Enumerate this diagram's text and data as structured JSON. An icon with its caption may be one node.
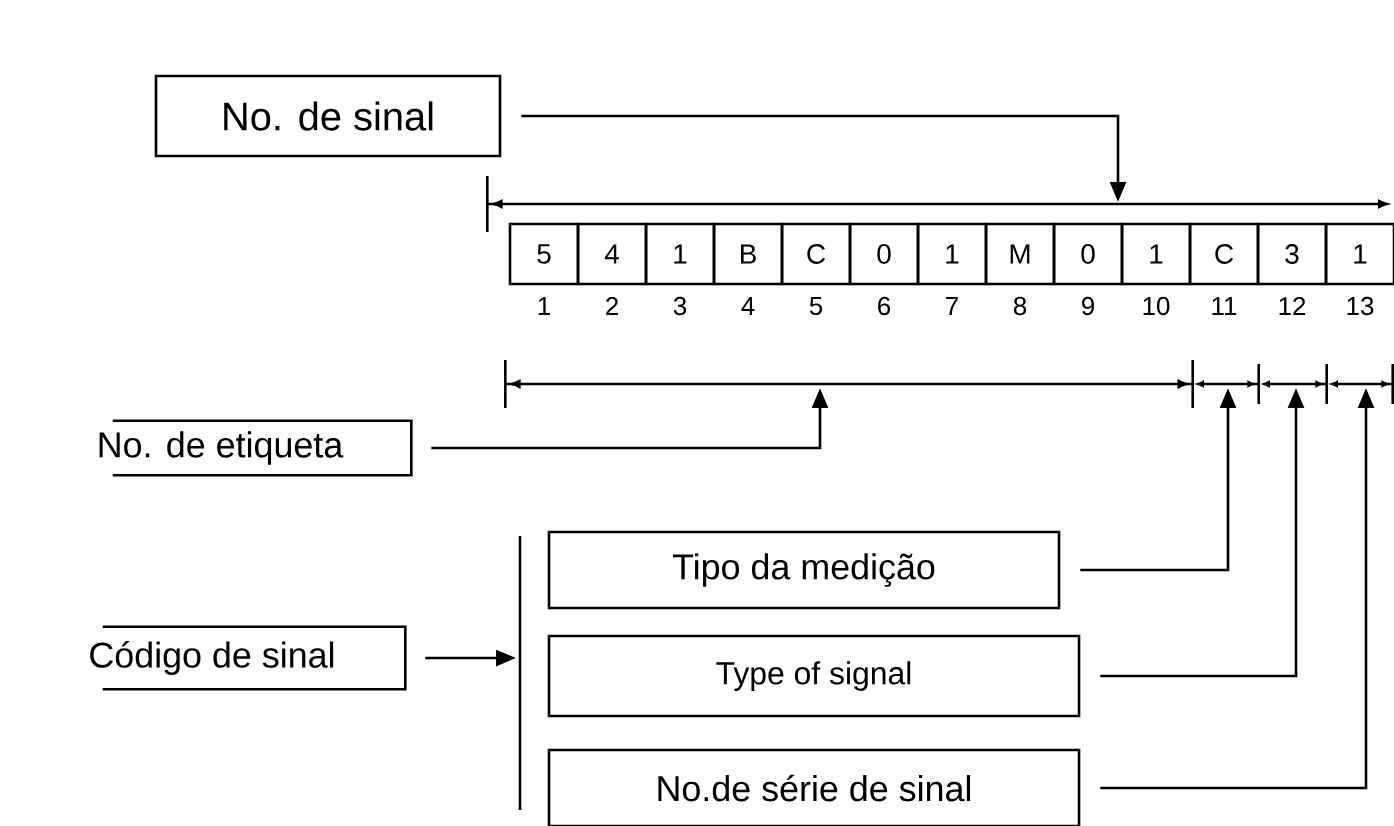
{
  "diagram": {
    "nodes": [
      {
        "text": [
          "No. de sinal"
        ]
      },
      {
        "text": [
          "5"
        ]
      },
      {
        "text": [
          "4"
        ]
      },
      {
        "text": [
          "1"
        ]
      },
      {
        "text": [
          "B"
        ]
      },
      {
        "text": [
          "C"
        ]
      },
      {
        "text": [
          "0"
        ]
      },
      {
        "text": [
          "1"
        ]
      },
      {
        "text": [
          "M"
        ]
      },
      {
        "text": [
          "0"
        ]
      },
      {
        "text": [
          "1"
        ]
      },
      {
        "text": [
          "C"
        ]
      },
      {
        "text": [
          "3"
        ]
      },
      {
        "text": [
          "1"
        ]
      },
      {
        "text": [
          "No. de etiqueta"
        ]
      },
      {
        "text": [
          "Código de sinal"
        ]
      },
      {
        "text": [
          "Tipo da medição"
        ]
      },
      {
        "text": [
          "Type of signal"
        ]
      },
      {
        "text": [
          "No.de série de sinal"
        ]
      }
    ],
    "edges": [
      {
        "from": 0,
        "to": null,
        "arrow": "to"
      },
      {
        "from": 14,
        "to": null,
        "arrow": "to"
      },
      {
        "from": 15,
        "to": null,
        "arrow": "to"
      },
      {
        "from": 16,
        "to": null,
        "arrow": "to"
      },
      {
        "from": 17,
        "to": null,
        "arrow": "to"
      },
      {
        "from": 18,
        "to": null,
        "arrow": "to"
      }
    ],
    "labels": [
      "1",
      "2",
      "3",
      "4",
      "5",
      "6",
      "7",
      "8",
      "9",
      "10",
      "11",
      "12",
      "13"
    ]
  }
}
